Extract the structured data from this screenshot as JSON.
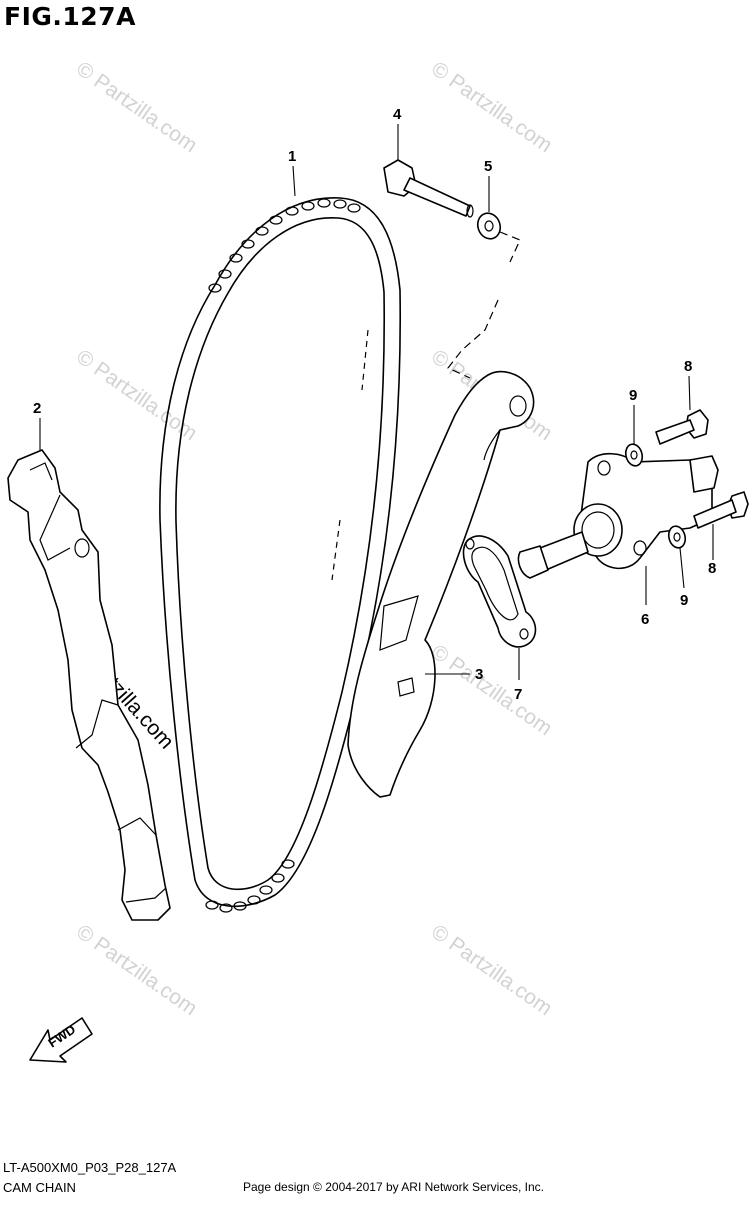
{
  "figure_title": "FIG.127A",
  "part_code": "LT-A500XM0_P03_P28_127A",
  "section_name": "CAM CHAIN",
  "copyright": "Page design © 2004-2017 by ARI Network Services, Inc.",
  "watermark_text": "© Partzilla.com",
  "fwd_label": "FWD",
  "callouts": [
    "1",
    "2",
    "3",
    "4",
    "5",
    "6",
    "7",
    "8",
    "8",
    "9",
    "9"
  ]
}
